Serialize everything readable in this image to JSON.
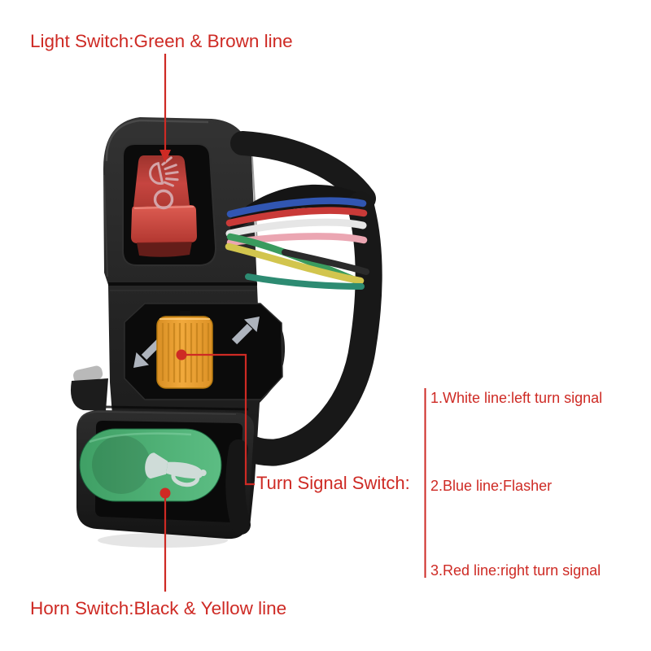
{
  "page": {
    "background": "#ffffff"
  },
  "figure": {
    "subject": "Motorcycle handlebar 3-in-1 combination switch with wiring",
    "switch_types": [
      "light switch",
      "turn signal switch",
      "horn switch"
    ]
  },
  "annotations": {
    "color": "#ce2a24",
    "light_switch_label": "Light Switch:Green & Brown line",
    "turn_signal_label": "Turn Signal Switch:",
    "horn_switch_label": "Horn Switch:Black & Yellow line",
    "wire_legend": [
      "1.White line:left turn signal",
      "2.Blue line:Flasher",
      "3.Red line:right turn signal"
    ]
  },
  "device": {
    "housing_color": "#1e1e1e",
    "recess_color": "#0b0b0b",
    "arrow_gray": "#aeb4bd",
    "icon_pink": "#d4a4a8",
    "icon_white": "#cfdcd8",
    "parts": [
      {
        "name": "light-switch-rocker",
        "color": "#c64540",
        "icons": [
          "headlight-beam-icon",
          "off-circle-icon"
        ]
      },
      {
        "name": "turn-signal-knob",
        "color": "#f1a93c",
        "icons": [
          "left-turn-arrow-icon",
          "right-turn-arrow-icon"
        ]
      },
      {
        "name": "horn-button",
        "color": "#3fa065",
        "icons": [
          "horn-icon"
        ]
      }
    ],
    "wires": [
      {
        "name": "blue",
        "color": "#3156b2"
      },
      {
        "name": "red",
        "color": "#c93a38"
      },
      {
        "name": "white",
        "color": "#e6e6e6"
      },
      {
        "name": "pink",
        "color": "#eba6b2"
      },
      {
        "name": "green",
        "color": "#3a9b5e"
      },
      {
        "name": "yellow",
        "color": "#d2c54e"
      },
      {
        "name": "black",
        "color": "#2b2b2b"
      },
      {
        "name": "teal",
        "color": "#2d8b72"
      }
    ],
    "cable_color": "#181818"
  }
}
